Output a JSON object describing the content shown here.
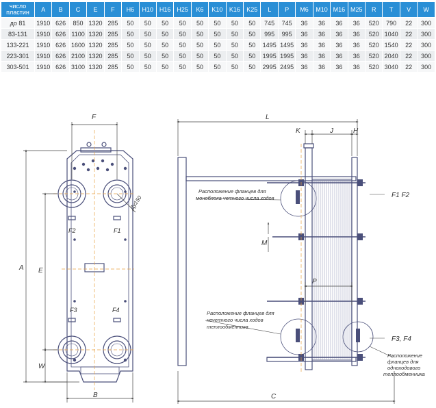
{
  "table": {
    "columns": [
      "число пластин",
      "A",
      "B",
      "C",
      "E",
      "F",
      "H6",
      "H10",
      "H16",
      "H25",
      "K6",
      "K10",
      "K16",
      "K25",
      "L",
      "P",
      "M6",
      "M10",
      "M16",
      "M25",
      "R",
      "T",
      "V",
      "W"
    ],
    "rows": [
      [
        "до 81",
        "1910",
        "626",
        "850",
        "1320",
        "285",
        "50",
        "50",
        "50",
        "50",
        "50",
        "50",
        "50",
        "50",
        "745",
        "745",
        "36",
        "36",
        "36",
        "36",
        "520",
        "790",
        "22",
        "300"
      ],
      [
        "83-131",
        "1910",
        "626",
        "1100",
        "1320",
        "285",
        "50",
        "50",
        "50",
        "50",
        "50",
        "50",
        "50",
        "50",
        "995",
        "995",
        "36",
        "36",
        "36",
        "36",
        "520",
        "1040",
        "22",
        "300"
      ],
      [
        "133-221",
        "1910",
        "626",
        "1600",
        "1320",
        "285",
        "50",
        "50",
        "50",
        "50",
        "50",
        "50",
        "50",
        "50",
        "1495",
        "1495",
        "36",
        "36",
        "36",
        "36",
        "520",
        "1540",
        "22",
        "300"
      ],
      [
        "223-301",
        "1910",
        "626",
        "2100",
        "1320",
        "285",
        "50",
        "50",
        "50",
        "50",
        "50",
        "50",
        "50",
        "50",
        "1995",
        "1995",
        "36",
        "36",
        "36",
        "36",
        "520",
        "2040",
        "22",
        "300"
      ],
      [
        "303-501",
        "1910",
        "626",
        "3100",
        "1320",
        "285",
        "50",
        "50",
        "50",
        "50",
        "50",
        "50",
        "50",
        "50",
        "2995",
        "2495",
        "36",
        "36",
        "36",
        "36",
        "520",
        "3040",
        "22",
        "300"
      ]
    ]
  },
  "front": {
    "dim_F": "F",
    "dim_A": "A",
    "dim_E": "E",
    "dim_W": "W",
    "dim_B": "B",
    "dia": "Ду150",
    "port_F1": "F1",
    "port_F2": "F2",
    "port_F3": "F3",
    "port_F4": "F4"
  },
  "side": {
    "dim_L": "L",
    "dim_K": "K",
    "dim_J": "J",
    "dim_H": "H",
    "dim_M": "M",
    "dim_P": "P",
    "dim_C": "C",
    "note_mono_1": "Расположение фланцев для",
    "note_mono_2": "моноблока четного числа ходов",
    "note_odd_1": "Расположение фланцев для",
    "note_odd_2": "нечетного числа ходов",
    "note_odd_3": "теплообменника",
    "note_single_1": "Расположение",
    "note_single_2": "фланцев для",
    "note_single_3": "одноходового",
    "note_single_4": "теплообменника",
    "label_F1F2": "F1 F2",
    "label_F3F4": "F3, F4"
  }
}
